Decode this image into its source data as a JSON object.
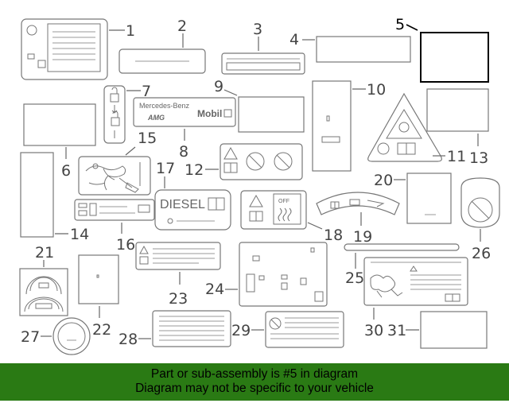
{
  "callouts": [
    "1",
    "2",
    "3",
    "4",
    "5",
    "6",
    "7",
    "8",
    "9",
    "10",
    "11",
    "12",
    "13",
    "14",
    "15",
    "16",
    "17",
    "18",
    "19",
    "20",
    "21",
    "22",
    "23",
    "24",
    "25",
    "26",
    "27",
    "28",
    "29",
    "30",
    "31"
  ],
  "highlighted_callout": "5",
  "label_text": {
    "brand": "Mercedes-Benz",
    "amg": "AMG",
    "mobil": "Mobil",
    "diesel": "DIESEL",
    "off": "OFF"
  },
  "banner": {
    "line1": "Part or sub-assembly is #5 in diagram",
    "line2": "Diagram may not be specific to your vehicle"
  },
  "colors": {
    "banner": "#2a7a14",
    "highlight": "#000000"
  }
}
